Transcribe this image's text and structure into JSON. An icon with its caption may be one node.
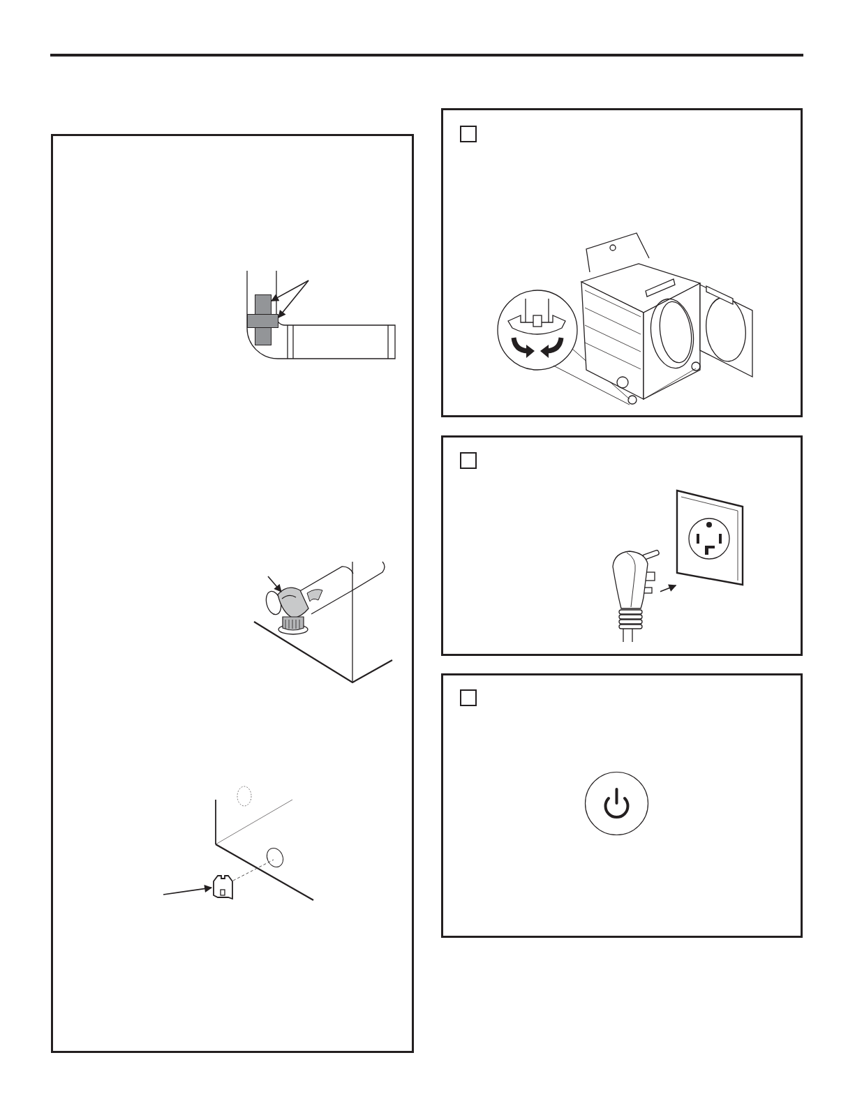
{
  "diagram": {
    "nodes": [
      {
        "text": [],
        "shape": "box"
      },
      {
        "text": [],
        "shape": "bar",
        "in": 0
      },
      {
        "text": [],
        "shape": "bar",
        "in": 0
      },
      {
        "text": [],
        "shape": "picture",
        "in": 0
      },
      {
        "text": [],
        "shape": "picture",
        "in": 0
      },
      {
        "text": [],
        "shape": "box"
      },
      {
        "text": [],
        "shape": "box",
        "in": 5
      },
      {
        "text": [],
        "shape": "picture",
        "in": 5
      },
      {
        "text": [],
        "shape": "box"
      },
      {
        "text": [],
        "shape": "box",
        "in": 8
      },
      {
        "text": [],
        "shape": "picture",
        "in": 8
      },
      {
        "text": [],
        "shape": "picture",
        "in": 8
      },
      {
        "text": [],
        "shape": "box"
      },
      {
        "text": [],
        "shape": "box",
        "in": 12
      },
      {
        "text": [],
        "shape": "circle",
        "in": 12
      }
    ],
    "edges": [
      {
        "from": null,
        "to": 1,
        "arrow": "to"
      },
      {
        "from": null,
        "to": 2,
        "arrow": "to"
      },
      {
        "from": null,
        "to": 3,
        "arrow": "to"
      },
      {
        "from": null,
        "to": 4,
        "arrow": "to"
      },
      {
        "from": 10,
        "to": 11,
        "arrow": "to"
      }
    ]
  }
}
